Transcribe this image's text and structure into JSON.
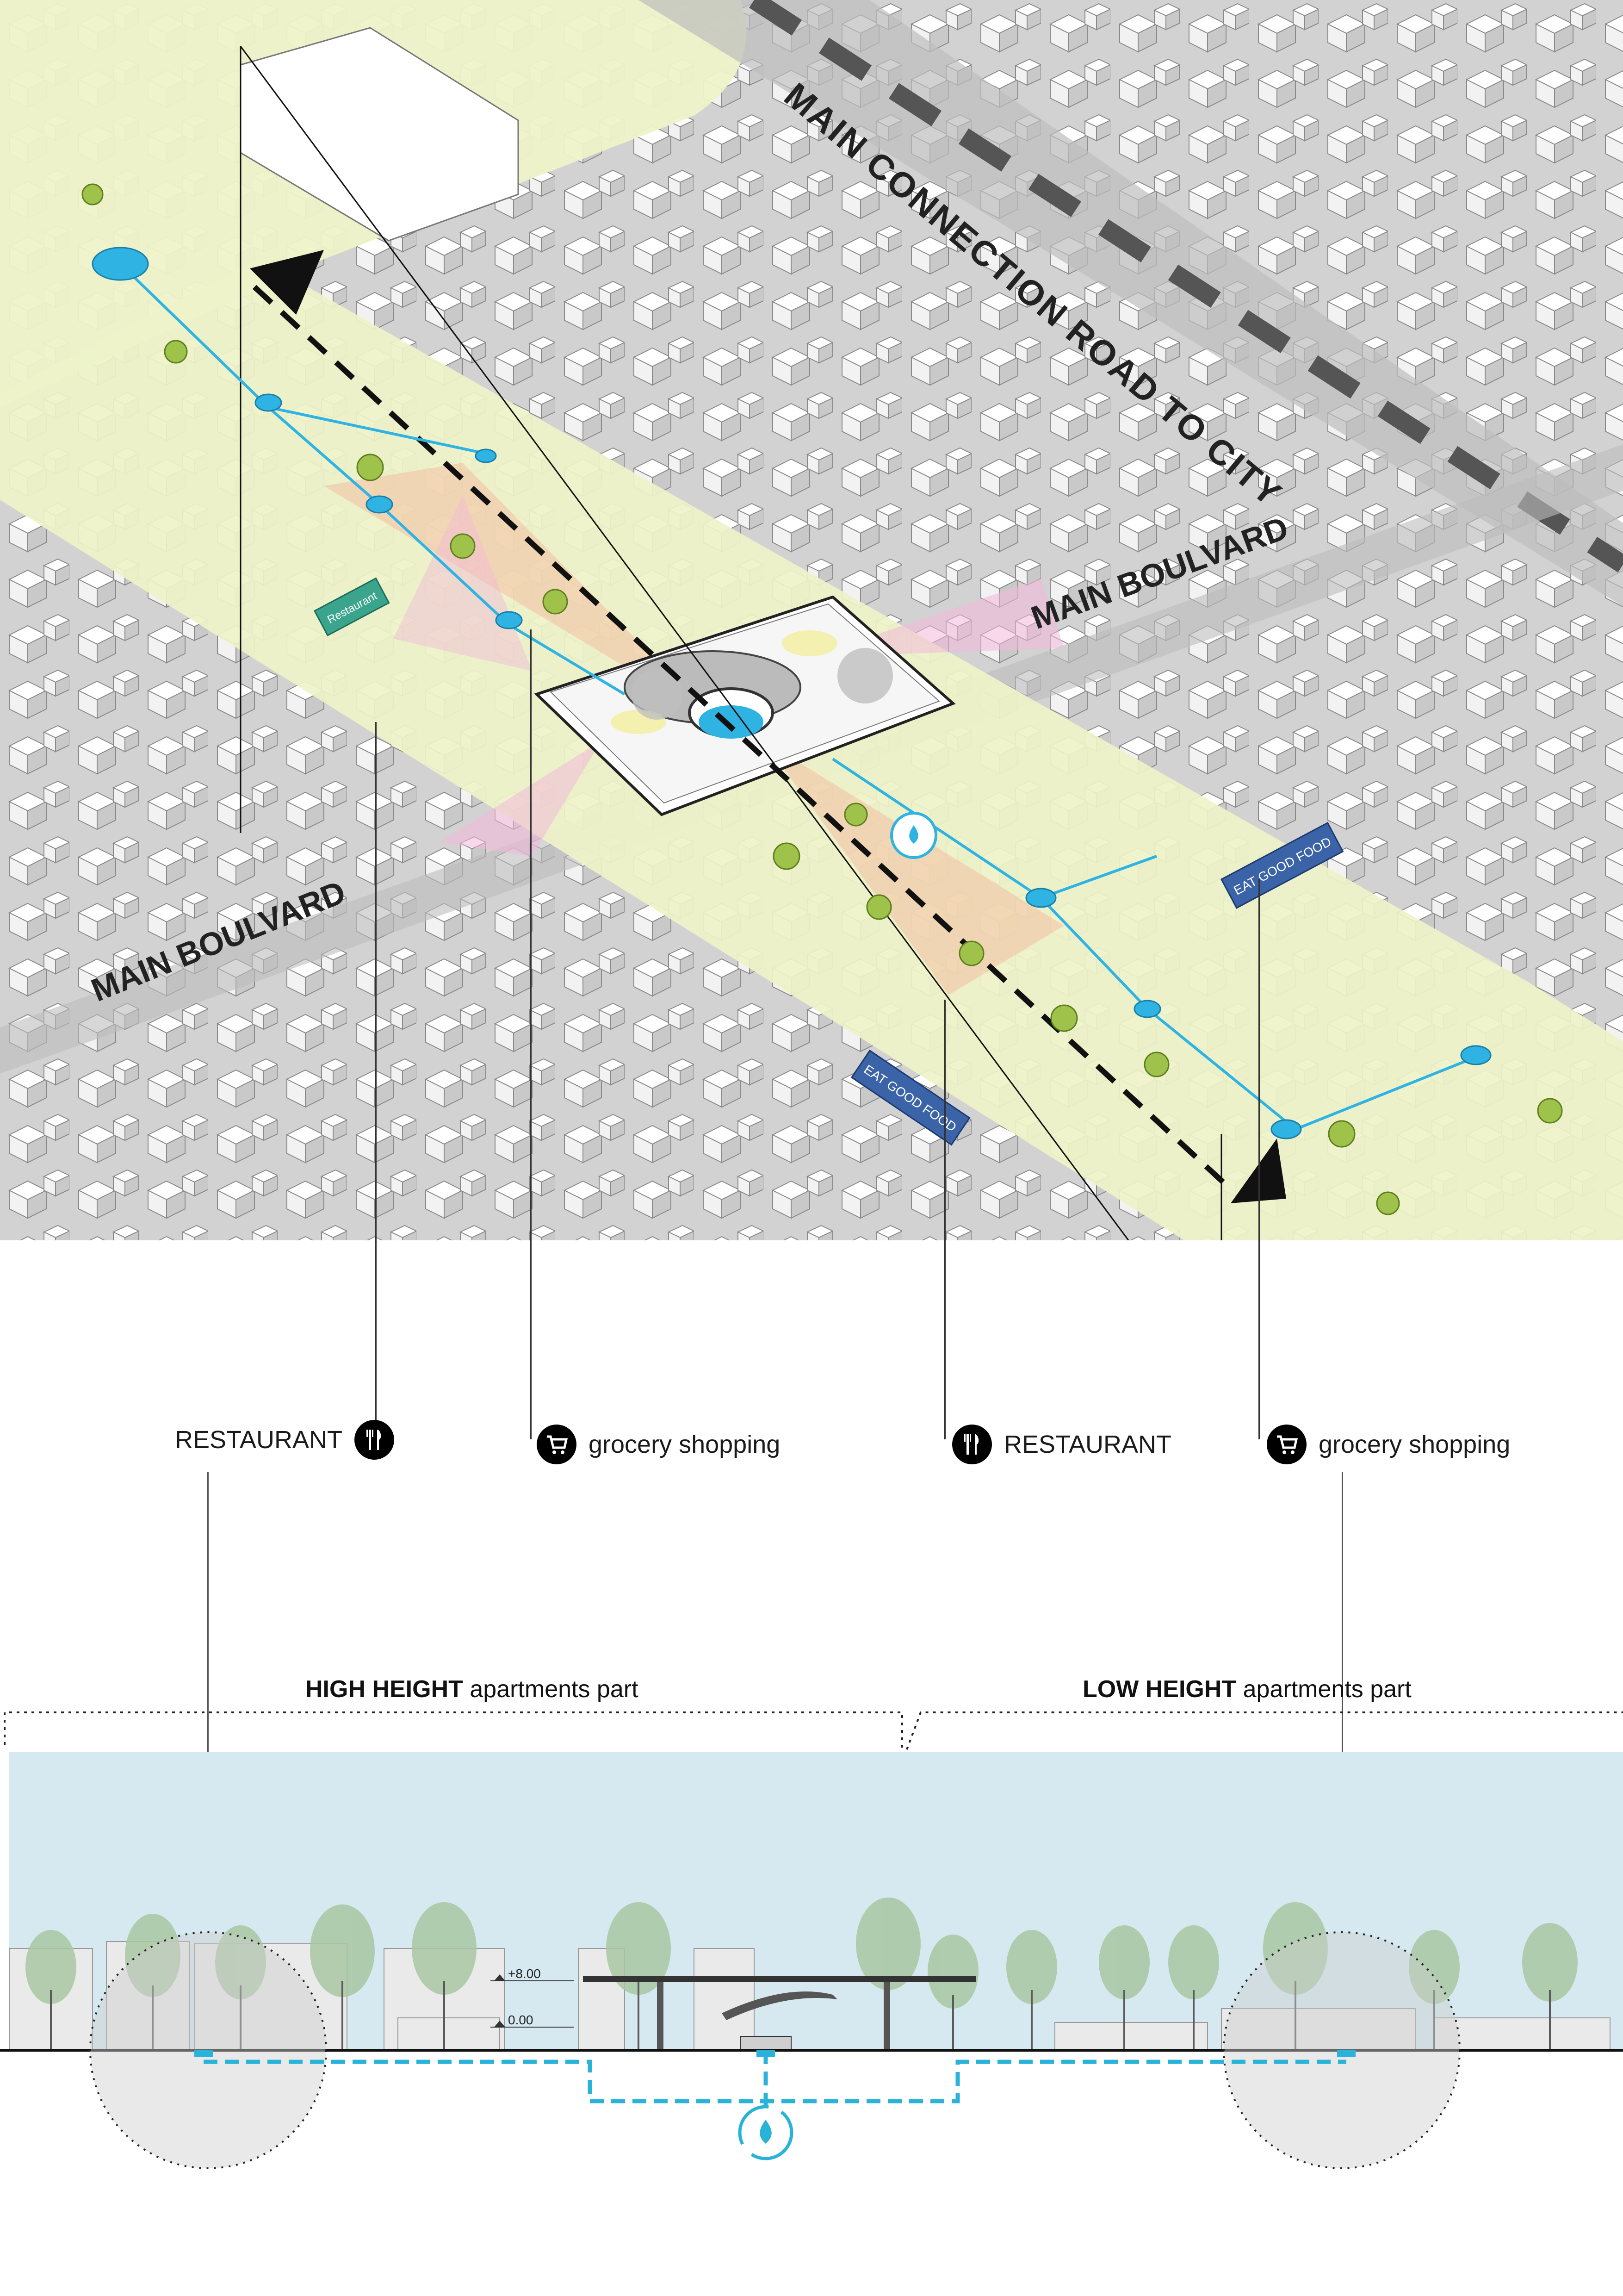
{
  "axonometric": {
    "road_label": "MAIN CONNECTION ROAD TO CITY",
    "boulevard_left": "MAIN BOULVARD",
    "boulevard_right": "MAIN BOULVARD",
    "sign_center": "EAT GOOD FOOD",
    "sign_left": "EAT GOOD FOOD",
    "sign_right_small": "Restaurant",
    "colors": {
      "ground": "#d9d9d9",
      "green": "#eef3c9",
      "water": "#2fb3e3",
      "pink_zone": "#f2b8d8",
      "orange_zone": "#f6b39a",
      "sign_blue": "#3a63a8"
    }
  },
  "callouts": [
    {
      "label": "RESTAURANT",
      "icon": "fork-knife-icon"
    },
    {
      "label": "grocery shopping",
      "icon": "shopping-cart-icon"
    },
    {
      "label": "RESTAURANT",
      "icon": "fork-knife-icon"
    },
    {
      "label": "grocery shopping",
      "icon": "shopping-cart-icon"
    }
  ],
  "section": {
    "left_zone": {
      "bold": "HIGH HEIGHT",
      "rest": " apartments part"
    },
    "right_zone": {
      "bold": "LOW HEIGHT",
      "rest": " apartments part"
    },
    "level_top": "+8.00",
    "level_ground": "0.00",
    "water_icon": "water-cycle-icon",
    "colors": {
      "sky": "#d6e9f0",
      "pipe": "#2ab3d8"
    }
  }
}
